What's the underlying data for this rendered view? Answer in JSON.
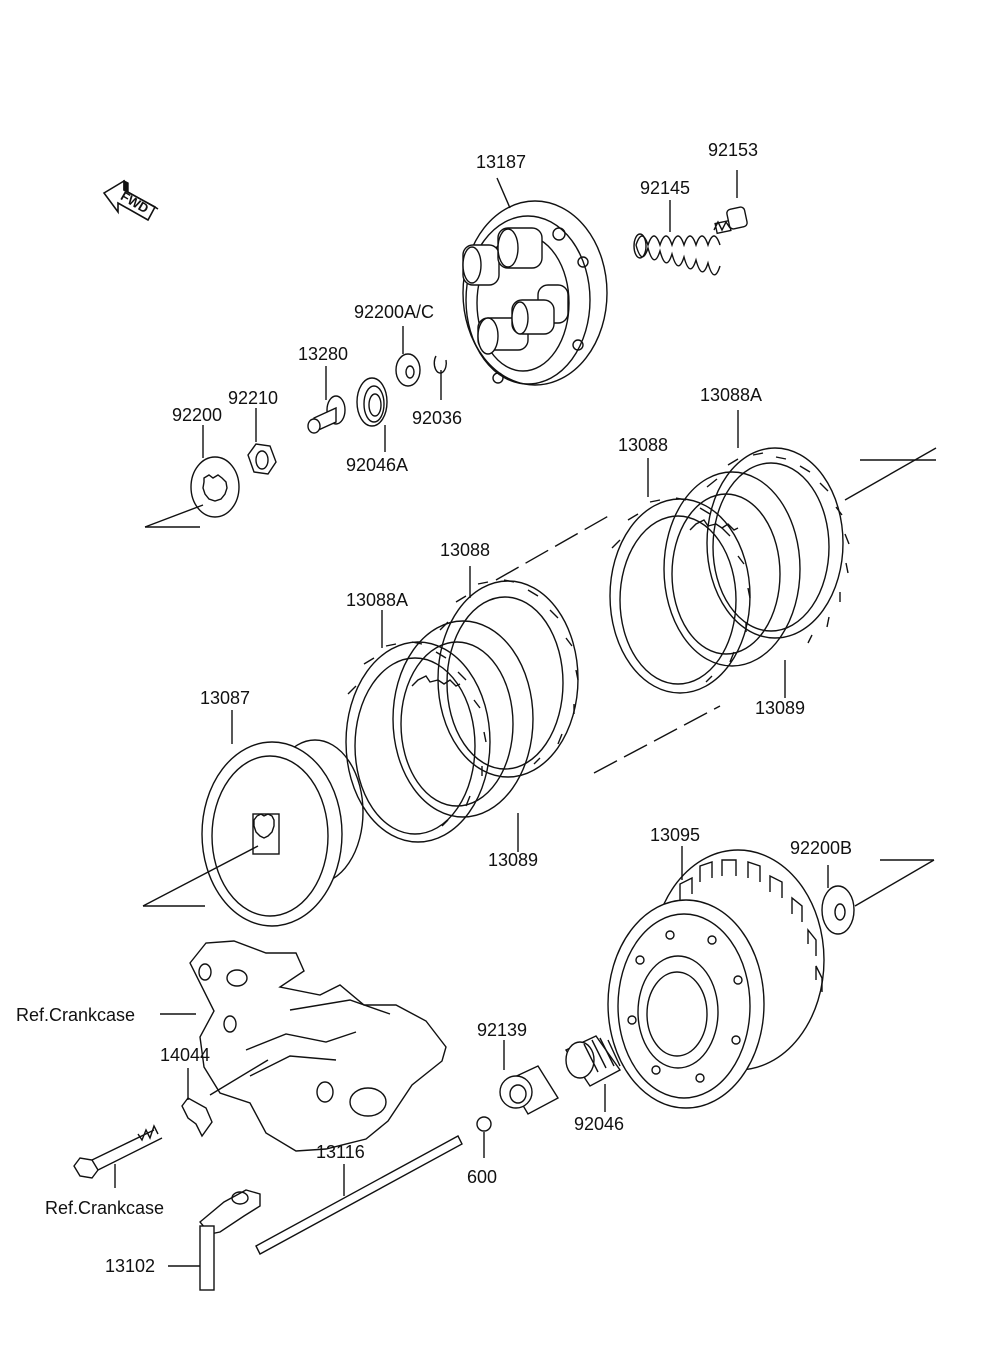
{
  "direction_marker": {
    "text": "FWD",
    "icon": "fwd-arrow-icon"
  },
  "labels": [
    {
      "id": "13187",
      "text": "13187"
    },
    {
      "id": "92153",
      "text": "92153"
    },
    {
      "id": "92145",
      "text": "92145"
    },
    {
      "id": "92200AC",
      "text": "92200A/C"
    },
    {
      "id": "13280",
      "text": "13280"
    },
    {
      "id": "92210",
      "text": "92210"
    },
    {
      "id": "92200",
      "text": "92200"
    },
    {
      "id": "92036",
      "text": "92036"
    },
    {
      "id": "92046A",
      "text": "92046A"
    },
    {
      "id": "13088A_r",
      "text": "13088A"
    },
    {
      "id": "13088_r",
      "text": "13088"
    },
    {
      "id": "13088_l",
      "text": "13088"
    },
    {
      "id": "13088A_l",
      "text": "13088A"
    },
    {
      "id": "13089_r",
      "text": "13089"
    },
    {
      "id": "13087",
      "text": "13087"
    },
    {
      "id": "13089_l",
      "text": "13089"
    },
    {
      "id": "13095",
      "text": "13095"
    },
    {
      "id": "92200B",
      "text": "92200B"
    },
    {
      "id": "ref_crankcase_1",
      "text": "Ref.Crankcase"
    },
    {
      "id": "14044",
      "text": "14044"
    },
    {
      "id": "92139",
      "text": "92139"
    },
    {
      "id": "92046",
      "text": "92046"
    },
    {
      "id": "13116",
      "text": "13116"
    },
    {
      "id": "600",
      "text": "600"
    },
    {
      "id": "ref_crankcase_2",
      "text": "Ref.Crankcase"
    },
    {
      "id": "13102",
      "text": "13102"
    }
  ],
  "colors": {
    "line": "#111111",
    "background": "#ffffff",
    "fill_light": "#f2f2f2"
  }
}
